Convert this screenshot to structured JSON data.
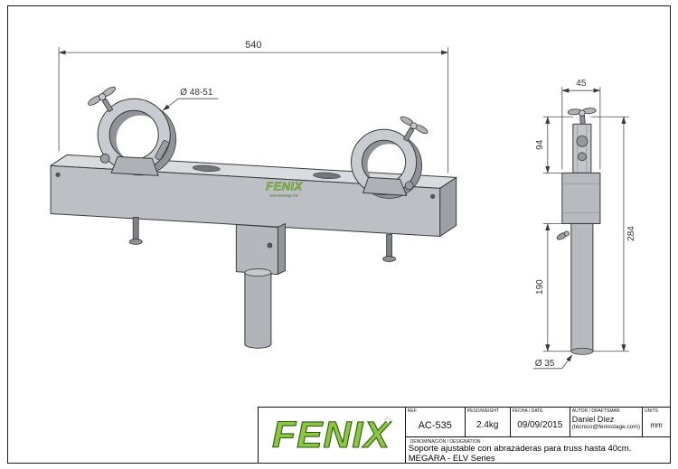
{
  "colors": {
    "brand_green": "#8dc63f",
    "metal_gray": "#bcc0c4",
    "line_dark": "#3a3a3a"
  },
  "front_view": {
    "dim_total_width": "540",
    "dim_clamp_diameter": "Ø 48-51",
    "beam_logo_text": "FENIX",
    "beam_logo_url": "www.fenixstage.com"
  },
  "side_view": {
    "dim_top_width": "45",
    "dim_clamp_section_height": "94",
    "dim_tube_section_height": "190",
    "dim_total_height": "284",
    "dim_tube_diameter": "Ø 35"
  },
  "title_block": {
    "logo_text": "FENIX",
    "ref_label": "REF.",
    "ref_value": "AC-535",
    "weight_label": "PESO/WEIGHT",
    "weight_value": "2.4kg",
    "date_label": "FECHA / DATE",
    "date_value": "09/09/2015",
    "author_label": "AUTOR / DRAFTSMAN",
    "author_name": "Daniel Díez",
    "author_email": "(tecnico@fenixstage.com)",
    "units_label": "UNITS",
    "units_value": "mm",
    "designation_label": "DENOMINACIÓN / DESIGNATION",
    "designation_text": "Soporte ajustable con abrazaderas para truss hasta 40cm. MEGARA - ELV Series"
  }
}
